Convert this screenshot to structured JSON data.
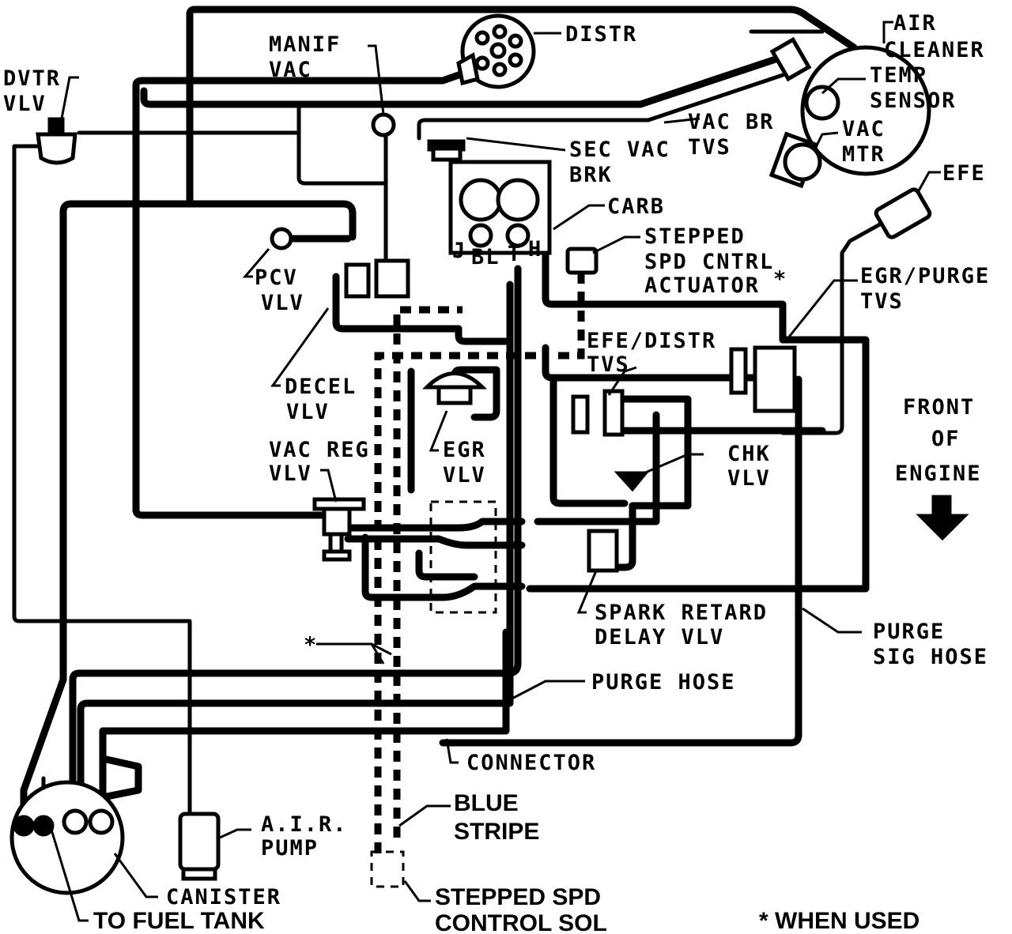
{
  "labels": {
    "distr": "DISTR",
    "air_cleaner_1": "AIR",
    "air_cleaner_2": "CLEANER",
    "temp_sensor_1": "TEMP",
    "temp_sensor_2": "SENSOR",
    "manif_vac_1": "MANIF",
    "manif_vac_2": "VAC",
    "dvtr_vlv_1": "DVTR",
    "dvtr_vlv_2": "VLV",
    "vac_br_tvs_1": "VAC BR",
    "vac_br_tvs_2": "TVS",
    "vac_mtr_1": "VAC",
    "vac_mtr_2": "MTR",
    "sec_vac_brk_1": "SEC VAC",
    "sec_vac_brk_2": "BRK",
    "efe": "EFE",
    "carb": "CARB",
    "carb_port_j": "J",
    "carb_port_bl": "BL",
    "carb_port_t": "T",
    "carb_port_h": "H",
    "stepped_actuator_1": "STEPPED",
    "stepped_actuator_2": "SPD CNTRL",
    "stepped_actuator_3": "ACTUATOR",
    "pcv_vlv_1": "PCV",
    "pcv_vlv_2": "VLV",
    "egr_purge_tvs_1": "EGR/PURGE",
    "egr_purge_tvs_2": "TVS",
    "efe_distr_tvs_1": "EFE/DISTR",
    "efe_distr_tvs_2": "TVS",
    "decel_vlv_1": "DECEL",
    "decel_vlv_2": "VLV",
    "front_of_engine_1": "FRONT",
    "front_of_engine_2": "OF",
    "front_of_engine_3": "ENGINE",
    "vac_reg_vlv_1": "VAC REG",
    "vac_reg_vlv_2": "VLV",
    "egr_vlv_1": "EGR",
    "egr_vlv_2": "VLV",
    "chk_vlv_1": "CHK",
    "chk_vlv_2": "VLV",
    "spark_retard_1": "SPARK RETARD",
    "spark_retard_2": "DELAY VLV",
    "purge_sig_hose_1": "PURGE",
    "purge_sig_hose_2": "SIG HOSE",
    "asterisk": "*",
    "purge_hose": "PURGE HOSE",
    "connector": "CONNECTOR",
    "blue_stripe_1": "BLUE",
    "blue_stripe_2": "STRIPE",
    "air_pump_1": "A.I.R.",
    "air_pump_2": "PUMP",
    "canister": "CANISTER",
    "to_fuel_tank": "TO FUEL TANK",
    "stepped_sol_1": "STEPPED SPD",
    "stepped_sol_2": "CONTROL SOL",
    "when_used": "* WHEN USED"
  }
}
